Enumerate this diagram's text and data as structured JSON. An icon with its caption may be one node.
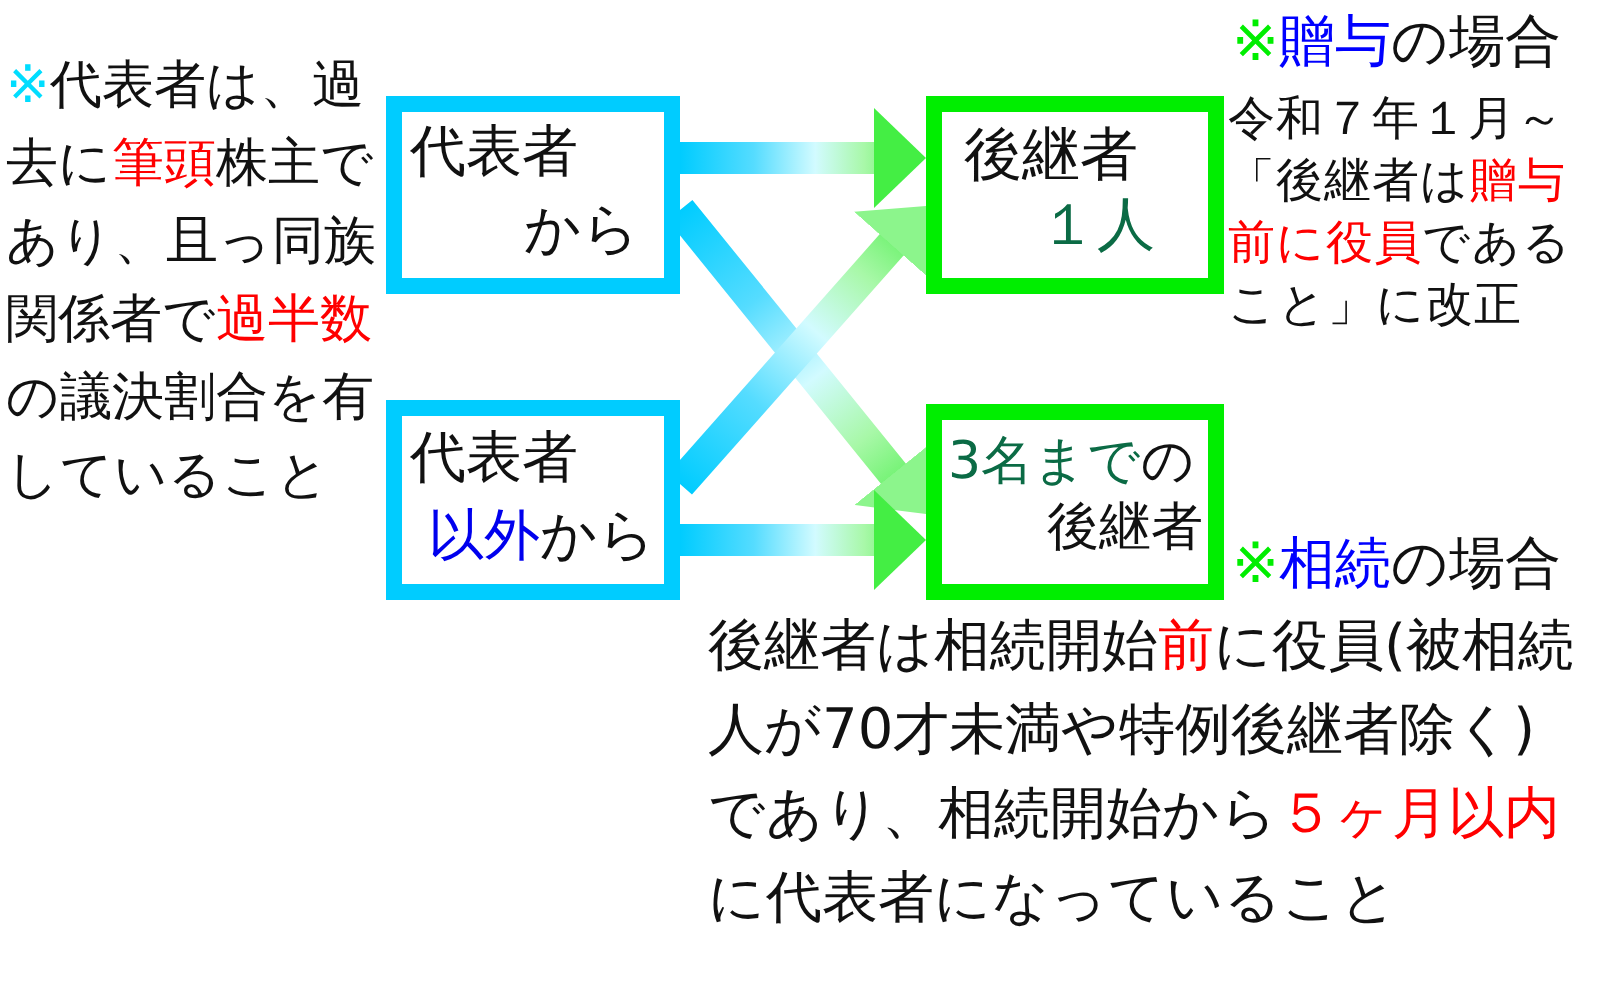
{
  "diagram": {
    "nodes": [
      {
        "text": [
          "代表者から"
        ]
      },
      {
        "text": [
          "代表者**以外**から"
        ]
      },
      {
        "text": [
          "後継者**１人**"
        ]
      },
      {
        "text": [
          "**3名まで**の後継者"
        ]
      }
    ],
    "edges": [
      {
        "from": 0,
        "to": 2,
        "arrow": "to",
        "style": "thick"
      },
      {
        "from": 0,
        "to": 3,
        "arrow": "to",
        "style": "thick"
      },
      {
        "from": 1,
        "to": 2,
        "arrow": "to",
        "style": "thick"
      },
      {
        "from": 1,
        "to": 3,
        "arrow": "to",
        "style": "thick"
      }
    ],
    "labels": [
      "**※**代表者は、過去に**筆頭**株主であり、且っ同族関係者で**過半数**の議決割合を有していること",
      "**※****贈与**の場合",
      "令和７年１月～「後継者は**贈与前に役員**であること」に改正",
      "**※****相続**の場合",
      "後継者は相続開始**前**に役員(被相続人が70才未満や特例後継者除く)であり、相続開始から**５ヶ月以内**に代表者になっていること"
    ]
  }
}
